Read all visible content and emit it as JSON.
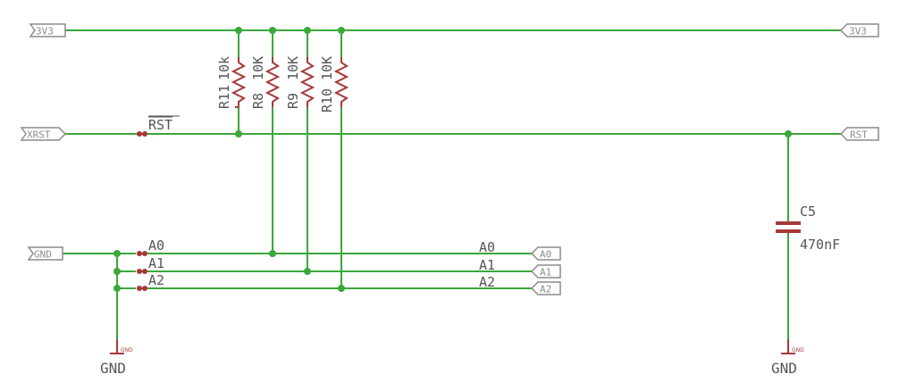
{
  "ports": {
    "vcc_left": "3V3",
    "vcc_right": "3V3",
    "xrst": "XRST",
    "rst": "RST",
    "gnd": "GND",
    "a0": "A0",
    "a1": "A1",
    "a2": "A2"
  },
  "resistors": [
    {
      "name": "R11",
      "value": "10k"
    },
    {
      "name": "R8",
      "value": "10K"
    },
    {
      "name": "R9",
      "value": "10K"
    },
    {
      "name": "R10",
      "value": "10K"
    }
  ],
  "capacitor": {
    "name": "C5",
    "value": "470nF"
  },
  "nets": {
    "rst": "RST",
    "a0": "A0",
    "a1": "A1",
    "a2": "A2",
    "a0_right": "A0",
    "a1_right": "A1",
    "a2_right": "A2"
  },
  "ground_symbols": [
    {
      "small": "GND",
      "label": "GND"
    },
    {
      "small": "GND",
      "label": "GND"
    }
  ],
  "colors": {
    "wire": "#3aa83a",
    "part": "#a83838",
    "port": "#8c8c8c",
    "text": "#555555"
  }
}
